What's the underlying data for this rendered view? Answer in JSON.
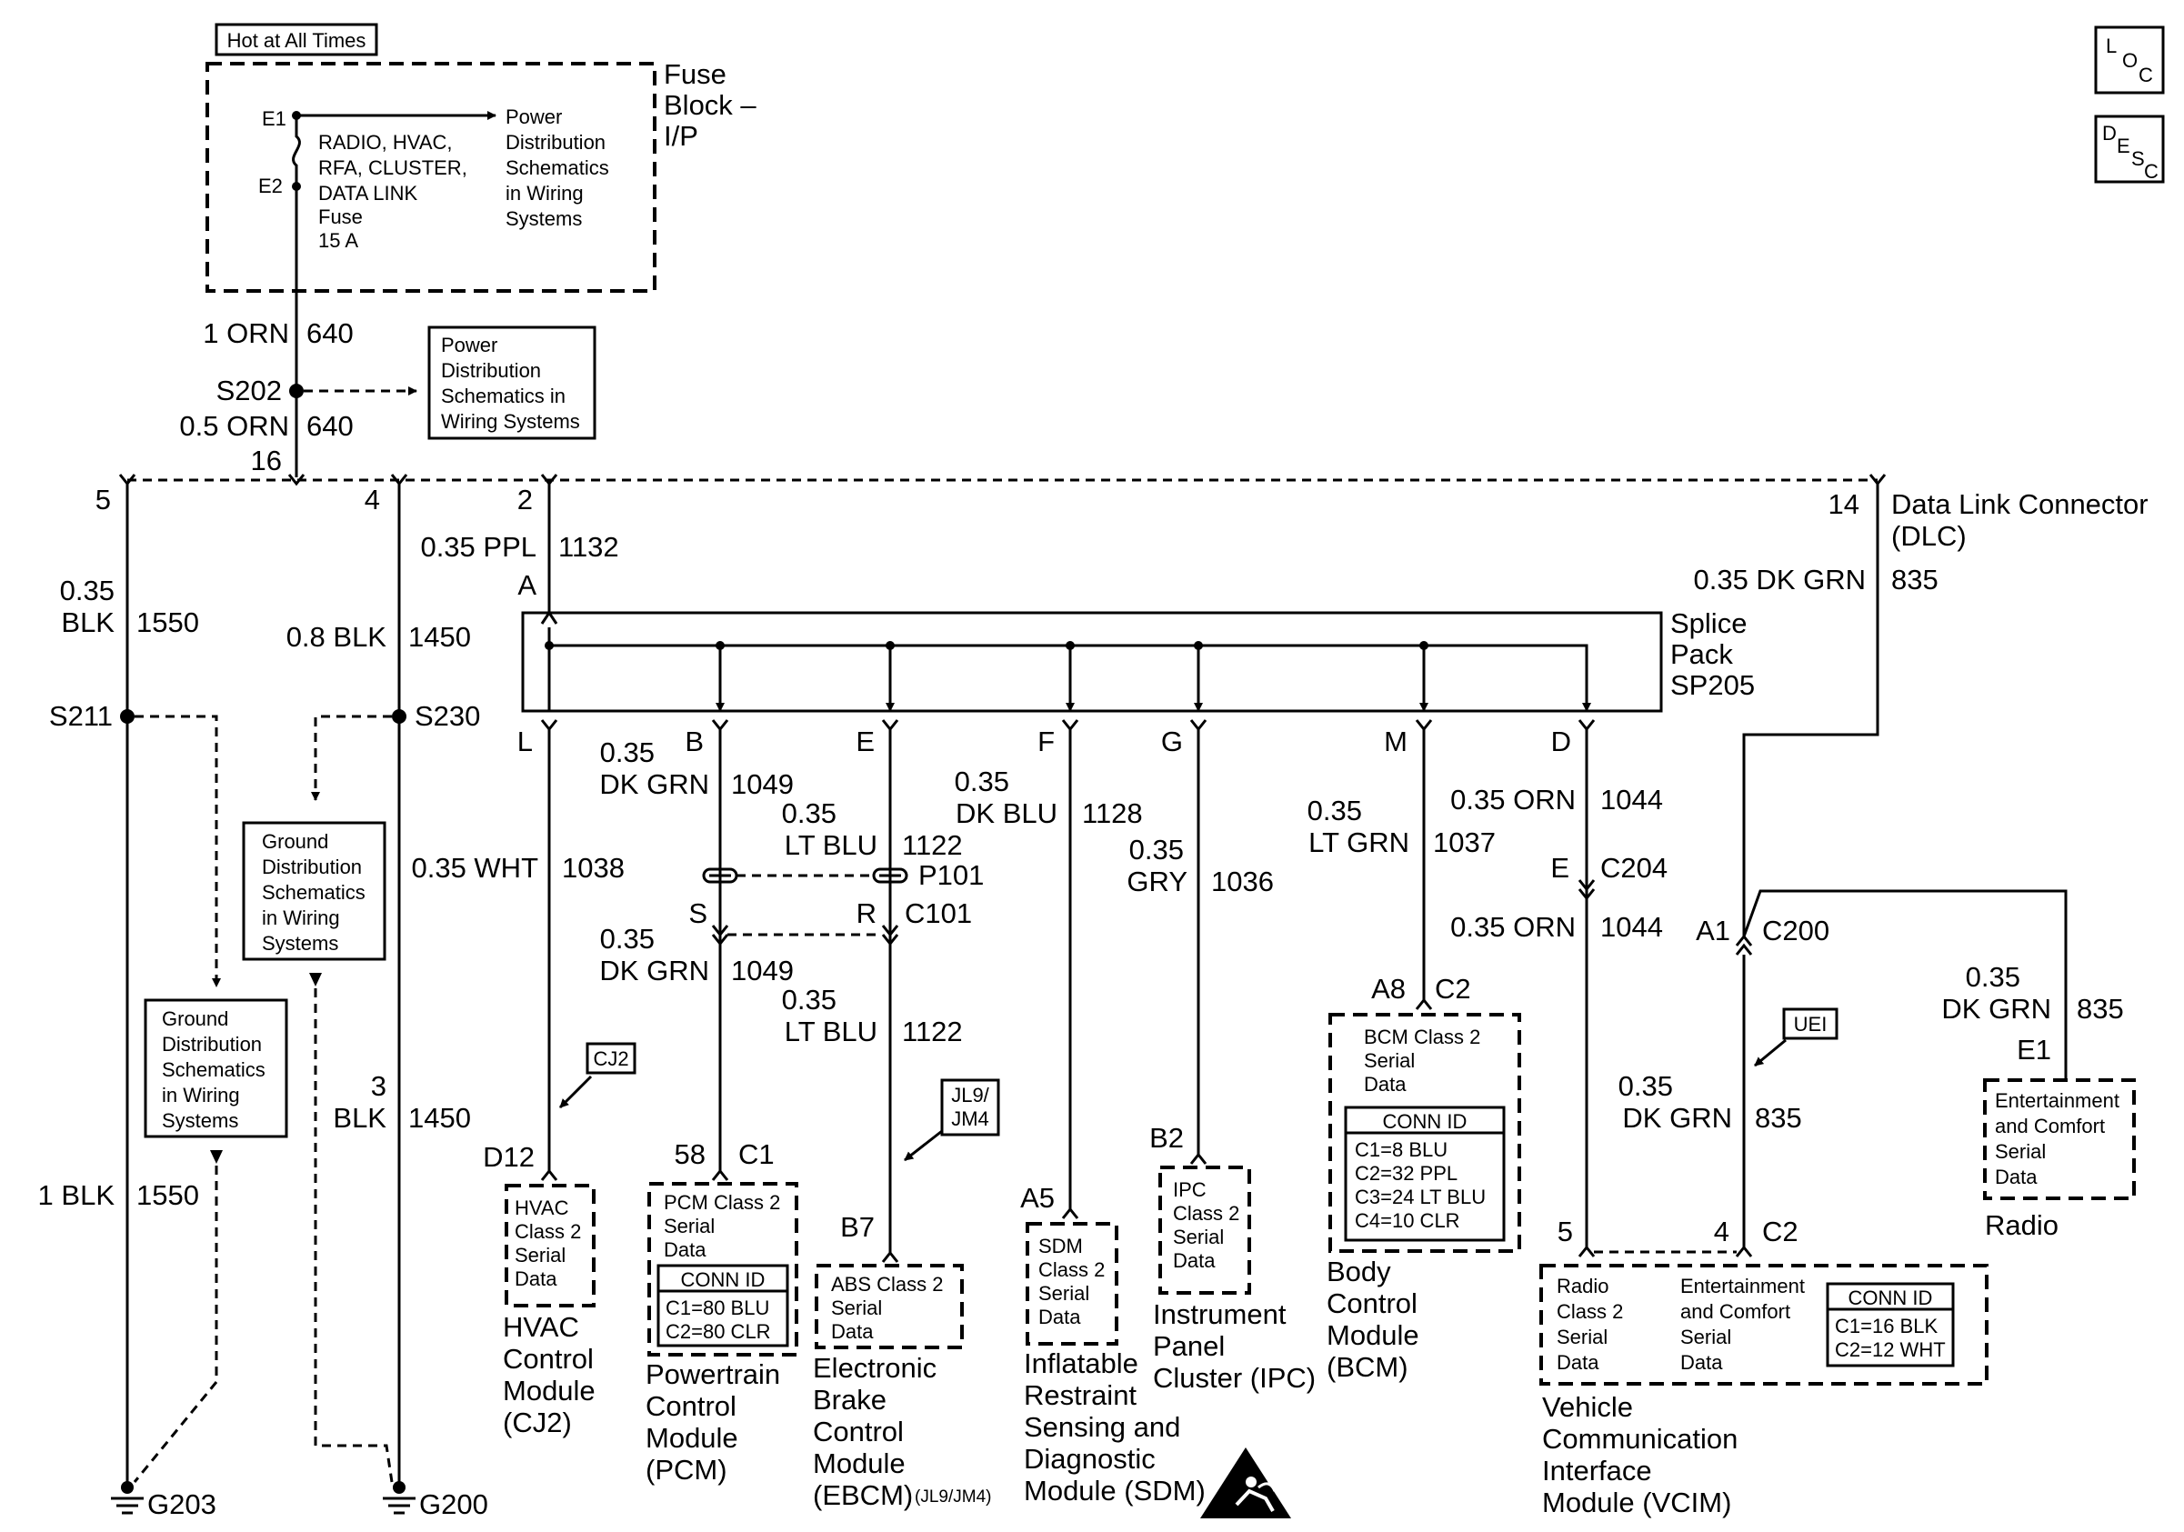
{
  "fuse_block": {
    "hot_label": "Hot at All Times",
    "title": [
      "Fuse",
      "Block –",
      "I/P"
    ],
    "pin_e1": "E1",
    "pin_e2": "E2",
    "fuse_text": [
      "RADIO, HVAC,",
      "RFA, CLUSTER,",
      "DATA LINK",
      "Fuse",
      "15 A"
    ],
    "power_ref": [
      "Power",
      "Distribution",
      "Schematics",
      "in Wiring",
      "Systems"
    ]
  },
  "power_feed": {
    "wire_top": "1 ORN",
    "circuit_top": "640",
    "splice": "S202",
    "wire_bottom": "0.5 ORN",
    "circuit_bottom": "640",
    "pin": "16",
    "ref": [
      "Power",
      "Distribution",
      "Schematics in",
      "Wiring Systems"
    ]
  },
  "dlc": {
    "title": [
      "Data Link Connector",
      "(DLC)"
    ],
    "pin_5": "5",
    "pin_4": "4",
    "pin_2": "2",
    "pin_14": "14"
  },
  "ground_a": {
    "wire": [
      "0.35",
      "BLK"
    ],
    "circuit": "1550",
    "splice": "S211",
    "wire_bottom": "1 BLK",
    "circuit_bottom": "1550",
    "ground": "G203",
    "ref": [
      "Ground",
      "Distribution",
      "Schematics",
      "in Wiring",
      "Systems"
    ]
  },
  "ground_b": {
    "wire": "0.8 BLK",
    "circuit": "1450",
    "splice": "S230",
    "wire_bottom": [
      "3",
      "BLK"
    ],
    "circuit_bottom": "1450",
    "ground": "G200",
    "ref": [
      "Ground",
      "Distribution",
      "Schematics",
      "in Wiring",
      "Systems"
    ]
  },
  "class2_in": {
    "wire": "0.35 PPL",
    "circuit": "1132",
    "pin": "A"
  },
  "splice_pack": {
    "title": [
      "Splice",
      "Pack",
      "SP205"
    ],
    "pins": [
      "L",
      "B",
      "E",
      "F",
      "G",
      "M",
      "D"
    ]
  },
  "branches": {
    "hvac": {
      "wire": "0.35 WHT",
      "circuit": "1038",
      "pin": "D12",
      "option": "CJ2",
      "module_text": [
        "HVAC",
        "Class 2",
        "Serial",
        "Data"
      ],
      "name": [
        "HVAC",
        "Control",
        "Module",
        "(CJ2)"
      ]
    },
    "pcm": {
      "wire": [
        "0.35",
        "DK GRN"
      ],
      "circuit": "1049",
      "inline_pin": "S",
      "wire2": [
        "0.35",
        "DK GRN"
      ],
      "circuit2": "1049",
      "pin": "58",
      "conn": "C1",
      "module_text": [
        "PCM Class 2",
        "Serial",
        "Data"
      ],
      "conn_title": "CONN ID",
      "conn_rows": [
        "C1=80 BLU",
        "C2=80 CLR"
      ],
      "name": [
        "Powertrain",
        "Control",
        "Module",
        "(PCM)"
      ]
    },
    "ebcm": {
      "wire": [
        "0.35",
        "LT BLU"
      ],
      "circuit": "1122",
      "inline": "P101",
      "inline_pin": "R",
      "inline_conn": "C101",
      "wire2": [
        "0.35",
        "LT BLU"
      ],
      "circuit2": "1122",
      "pin": "B7",
      "option": [
        "JL9/",
        "JM4"
      ],
      "module_text": [
        "ABS Class 2",
        "Serial",
        "Data"
      ],
      "name": [
        "Electronic",
        "Brake",
        "Control",
        "Module"
      ],
      "name_last": "(EBCM)",
      "name_opt": "(JL9/JM4)"
    },
    "sdm": {
      "wire": [
        "0.35",
        "DK BLU"
      ],
      "circuit": "1128",
      "pin": "A5",
      "module_text": [
        "SDM",
        "Class 2",
        "Serial",
        "Data"
      ],
      "name": [
        "Inflatable",
        "Restraint",
        "Sensing and",
        "Diagnostic",
        "Module (SDM)"
      ]
    },
    "ipc": {
      "wire": [
        "0.35",
        "GRY"
      ],
      "circuit": "1036",
      "pin": "B2",
      "module_text": [
        "IPC",
        "Class 2",
        "Serial",
        "Data"
      ],
      "name": [
        "Instrument",
        "Panel",
        "Cluster (IPC)"
      ]
    },
    "bcm": {
      "wire": [
        "0.35",
        "LT GRN"
      ],
      "circuit": "1037",
      "pin": "A8",
      "conn": "C2",
      "module_text": [
        "BCM Class 2",
        "Serial",
        "Data"
      ],
      "conn_title": "CONN ID",
      "conn_rows": [
        "C1=8 BLU",
        "C2=32 PPL",
        "C3=24 LT BLU",
        "C4=10 CLR"
      ],
      "name": [
        "Body",
        "Control",
        "Module",
        "(BCM)"
      ]
    },
    "vcim": {
      "wire": "0.35 ORN",
      "circuit": "1044",
      "inline_pin": "E",
      "inline_conn": "C204",
      "wire2": "0.35 ORN",
      "circuit2": "1044",
      "pin": "5"
    }
  },
  "dlc_branch": {
    "wire": "0.35 DK GRN",
    "circuit": "835",
    "inline_pin": "A1",
    "inline_conn": "C200",
    "option": "UEI",
    "wire2": [
      "0.35",
      "DK GRN"
    ],
    "circuit2": "835",
    "pin": "4",
    "conn": "C2",
    "radio_wire": [
      "0.35",
      "DK GRN"
    ],
    "radio_circuit": "835",
    "radio_pin": "E1"
  },
  "vcim": {
    "radio_text": [
      "Radio",
      "Class 2",
      "Serial",
      "Data"
    ],
    "ent_text": [
      "Entertainment",
      "and Comfort",
      "Serial",
      "Data"
    ],
    "conn_title": "CONN ID",
    "conn_rows": [
      "C1=16 BLK",
      "C2=12 WHT"
    ],
    "name": [
      "Vehicle",
      "Communication",
      "Interface",
      "Module (VCIM)"
    ]
  },
  "radio": {
    "module_text": [
      "Entertainment",
      "and Comfort",
      "Serial",
      "Data"
    ],
    "name": "Radio"
  },
  "icons": {
    "loc": [
      "L",
      "O",
      "C"
    ],
    "desc": [
      "D",
      "E",
      "S",
      "C"
    ],
    "airbag": "airbag-warning-icon"
  }
}
